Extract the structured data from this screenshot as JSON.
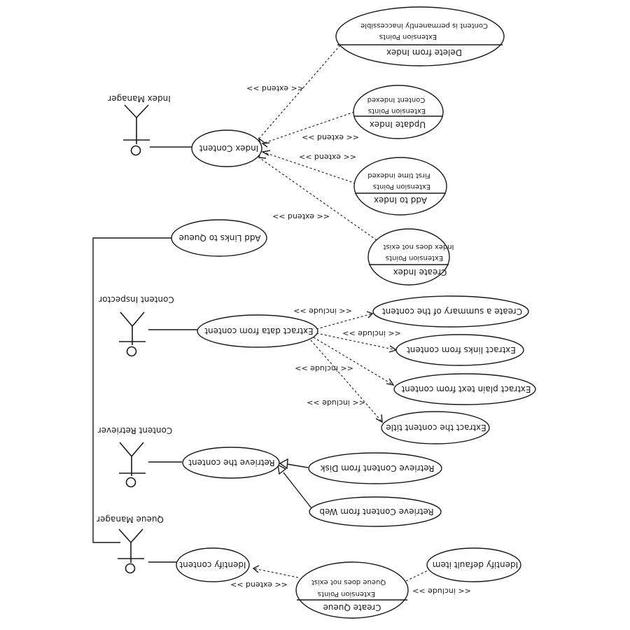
{
  "actors": [
    {
      "key": "index_manager",
      "name": "Index Manager"
    },
    {
      "key": "content_inspector",
      "name": "Content Inspector"
    },
    {
      "key": "content_retriever",
      "name": "Content Retriever"
    },
    {
      "key": "queue_manager",
      "name": "Queue Manager"
    }
  ],
  "use_cases": {
    "delete_from_index": {
      "name": "Delete from Index",
      "ext_title": "Extension Points",
      "ext_point": "Content is permanently inaccessible"
    },
    "update_index": {
      "name": "Update Index",
      "ext_title": "Extension Points",
      "ext_point": "Content Indexed"
    },
    "index_content": {
      "name": "Index Content"
    },
    "add_to_index": {
      "name": "Add to Index",
      "ext_title": "Extension Points",
      "ext_point": "First time indexed"
    },
    "create_index": {
      "name": "Create Index",
      "ext_title": "Extension Points",
      "ext_point": "Index does not exist"
    },
    "add_links": {
      "name": "Add Links to Queue"
    },
    "extract_data": {
      "name": "Extract data from content"
    },
    "create_summary": {
      "name": "Create a summary of the content"
    },
    "extract_links": {
      "name": "Extract links from content"
    },
    "extract_plain": {
      "name": "Extract plain text from content"
    },
    "extract_title": {
      "name": "Extract the content title"
    },
    "retrieve_content": {
      "name": "Retrieve the content"
    },
    "retrieve_disk": {
      "name": "Retrieve Content from Disk"
    },
    "retrieve_web": {
      "name": "Retrieve Content from Web"
    },
    "identify_content": {
      "name": "Identify content"
    },
    "create_queue": {
      "name": "Create Queue",
      "ext_title": "Extension Points",
      "ext_point": "Queue does not exist"
    },
    "identify_default": {
      "name": "Identify default item"
    }
  },
  "stereotypes": {
    "extend": "<< extend >>",
    "include": "<< include >>"
  }
}
